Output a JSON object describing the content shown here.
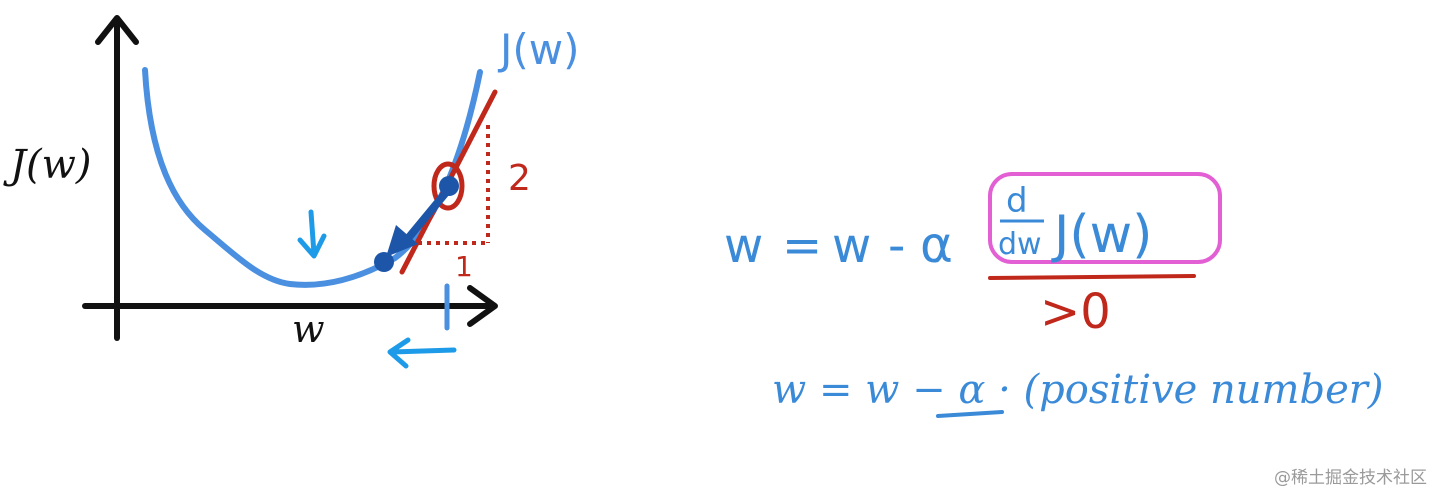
{
  "graph": {
    "y_axis_label": "J(w)",
    "x_axis_label": "w",
    "curve_label": "J(w)",
    "rise_label": "2",
    "run_label": "1"
  },
  "update_rule": {
    "lhs": "w",
    "equals": "=",
    "rhs_w": "w",
    "minus": "-",
    "alpha": "α",
    "derivative_num": "d",
    "derivative_den": "dw",
    "derivative_func": "J(w)",
    "sign_note": ">0"
  },
  "simplified_rule": {
    "text_start": "w = w − ",
    "alpha": "α",
    "dot": " · ",
    "text_end": "(positive number)"
  },
  "watermark": "@稀土掘金技术社区",
  "colors": {
    "axis": "#111111",
    "curve": "#4a8fe0",
    "tangent": "#c0281c",
    "dark_blue": "#1d56a8",
    "light_blue": "#1e9be8",
    "highlight": "#e25fd4",
    "math_blue": "#3a8ad8"
  }
}
